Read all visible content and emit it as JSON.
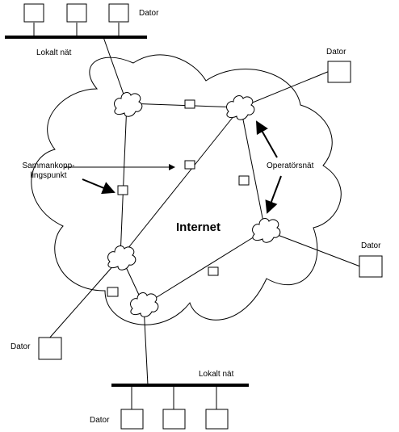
{
  "labels": {
    "computer": "Dator",
    "local_network": "Lokalt nät",
    "internet": "Internet",
    "operator_network": "Operatörsnät",
    "switching_point_line1": "Sammankopp-",
    "switching_point_line2": "lingspunkt"
  },
  "colors": {
    "stroke": "#000000",
    "background": "#ffffff"
  },
  "icons": {
    "router": "router-cloud-icon",
    "switching_point": "junction-square-icon",
    "computer": "computer-box-icon"
  }
}
